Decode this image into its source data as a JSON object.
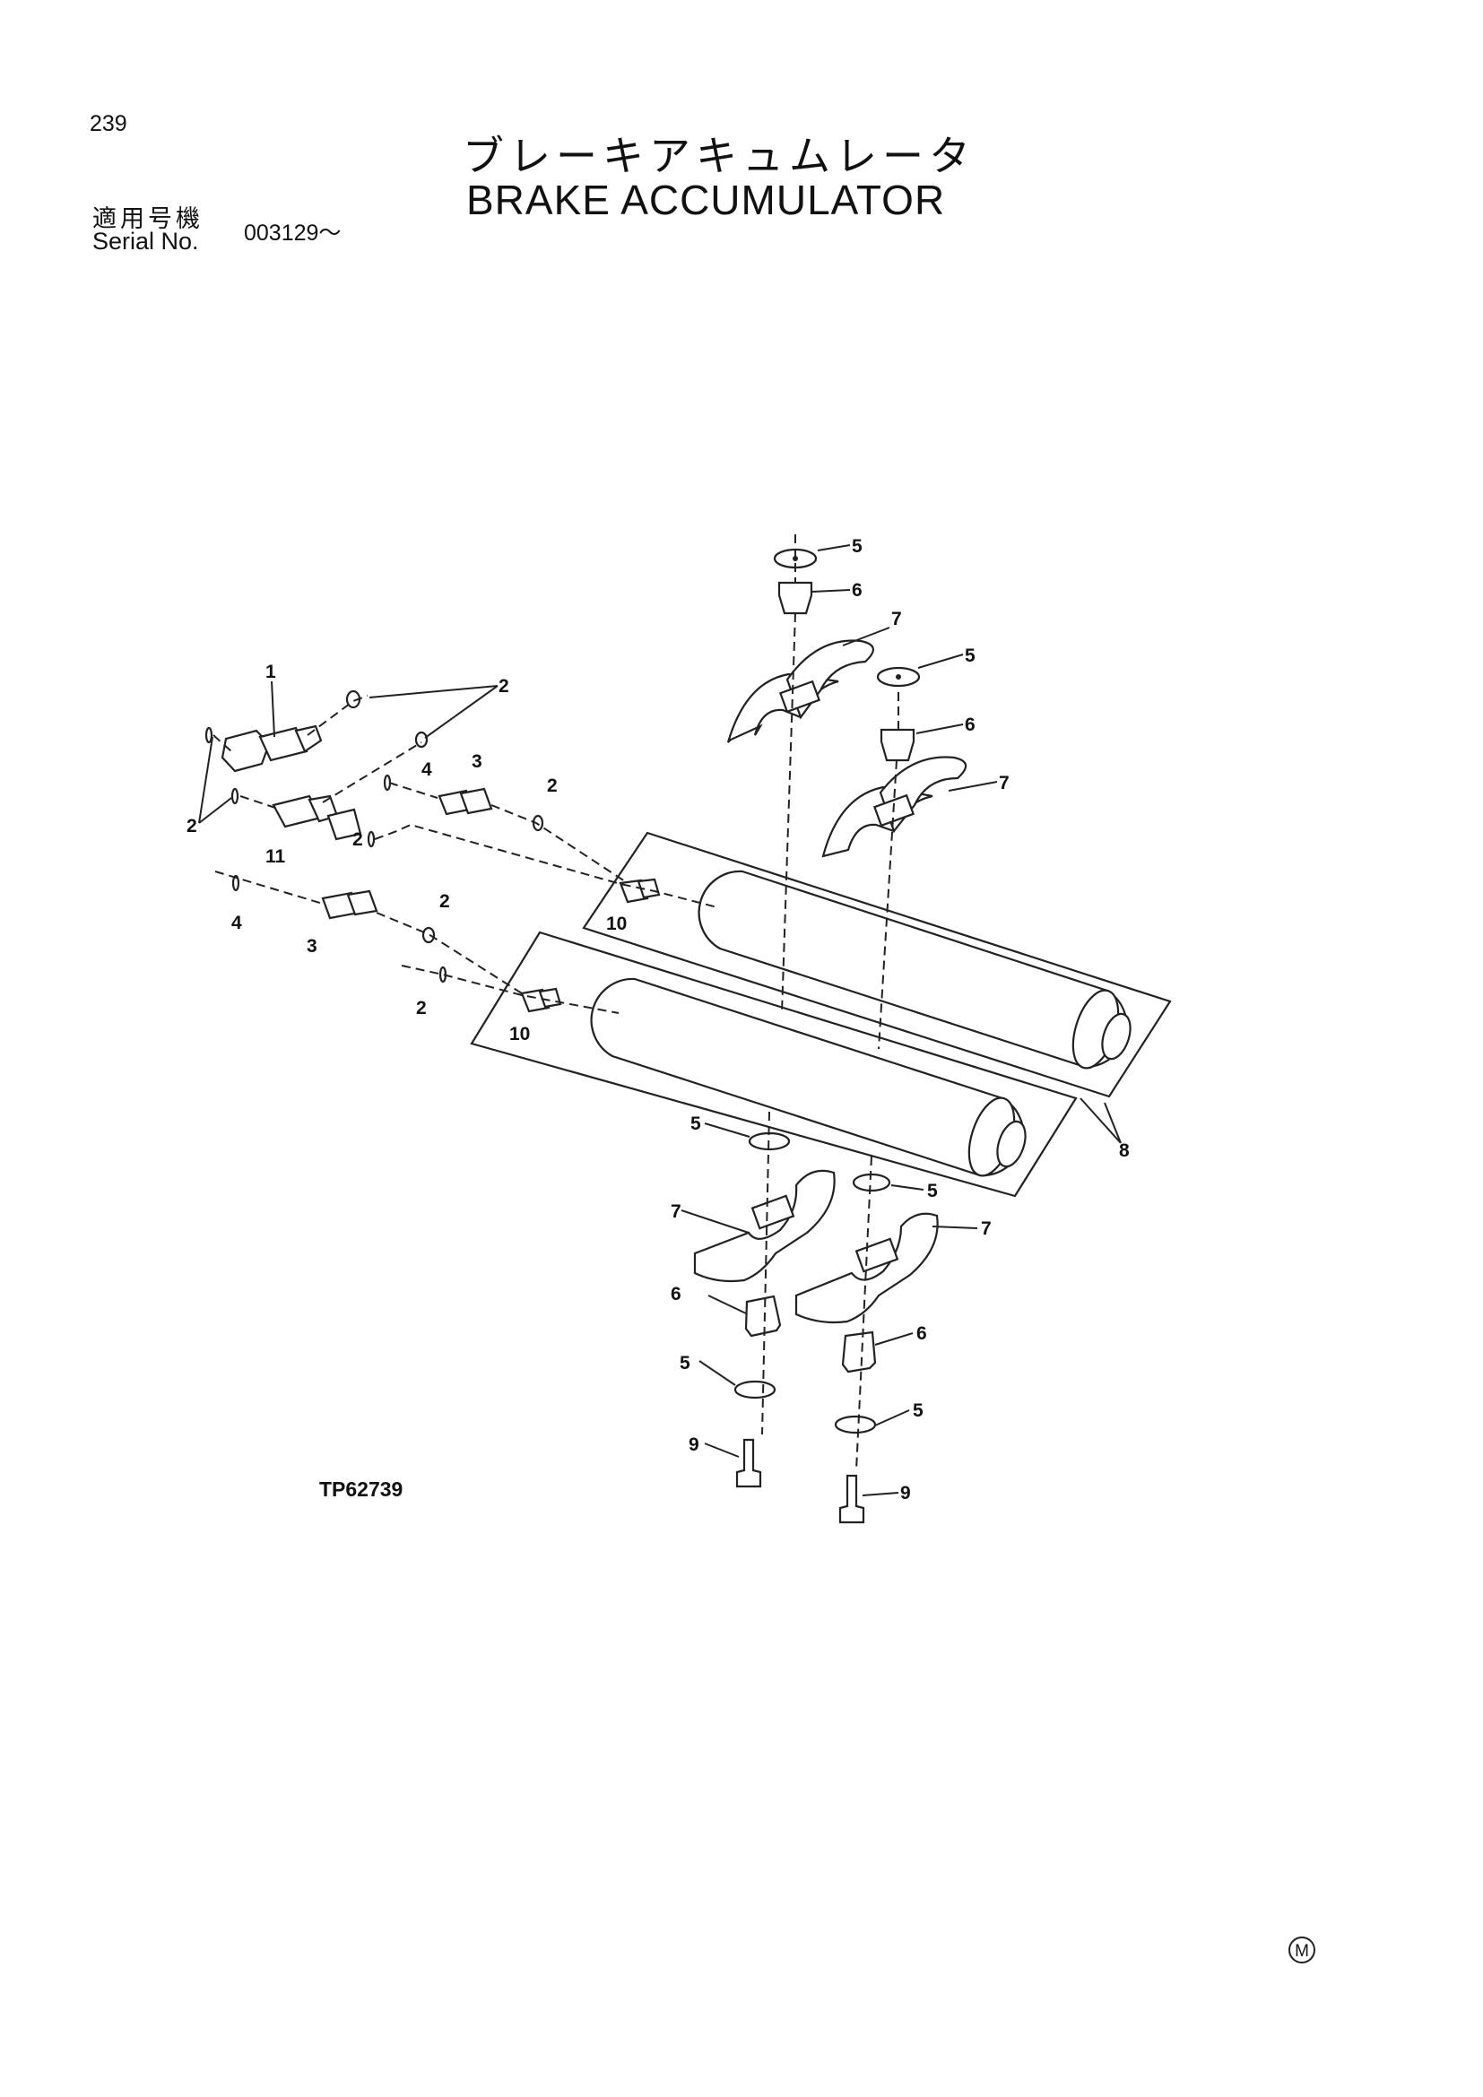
{
  "page": {
    "number": "239",
    "title_jp": "ブレーキアキュムレータ",
    "title_en": "BRAKE ACCUMULATOR",
    "serial_label_jp": "適用号機",
    "serial_label_en": "Serial No.",
    "serial_value": "003129～",
    "figure_code": "TP62739",
    "mark": "M"
  },
  "callouts": [
    "1",
    "2",
    "2",
    "2",
    "2",
    "2",
    "2",
    "3",
    "3",
    "4",
    "4",
    "5",
    "5",
    "5",
    "5",
    "5",
    "5",
    "6",
    "6",
    "6",
    "6",
    "7",
    "7",
    "7",
    "7",
    "8",
    "9",
    "9",
    "10",
    "10",
    "11"
  ]
}
